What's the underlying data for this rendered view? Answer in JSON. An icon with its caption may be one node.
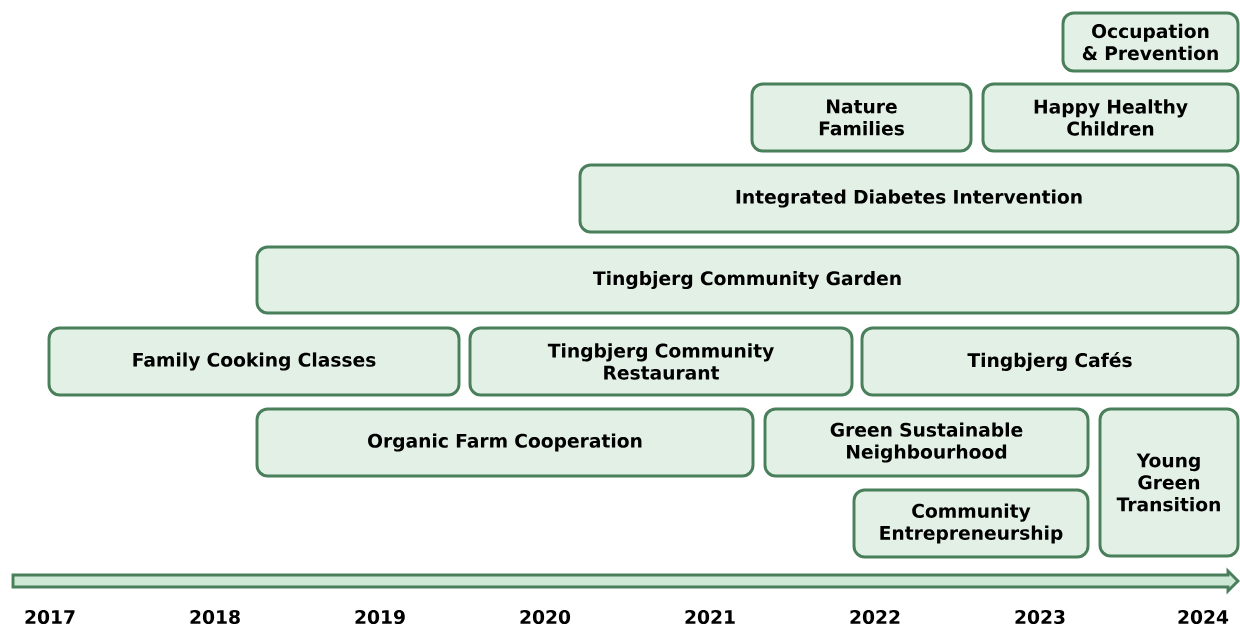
{
  "diagram": {
    "nodes": [
      {
        "text": [
          "Occupation & Prevention"
        ]
      },
      {
        "text": [
          "Nature Families"
        ]
      },
      {
        "text": [
          "Happy Healthy Children"
        ]
      },
      {
        "text": [
          "Integrated Diabetes Intervention"
        ]
      },
      {
        "text": [
          "Tingbjerg Community Garden"
        ]
      },
      {
        "text": [
          "Family Cooking Classes"
        ]
      },
      {
        "text": [
          "Tingbjerg Community Restaurant"
        ]
      },
      {
        "text": [
          "Tingbjerg Cafés"
        ]
      },
      {
        "text": [
          "Organic Farm Cooperation"
        ]
      },
      {
        "text": [
          "Green Sustainable Neighbourhood"
        ]
      },
      {
        "text": [
          "Community Entrepreneurship"
        ]
      },
      {
        "text": [
          "Young Green Transition"
        ]
      }
    ],
    "labels": [
      "2017",
      "2018",
      "2019",
      "2020",
      "2021",
      "2022",
      "2023",
      "2024"
    ]
  }
}
